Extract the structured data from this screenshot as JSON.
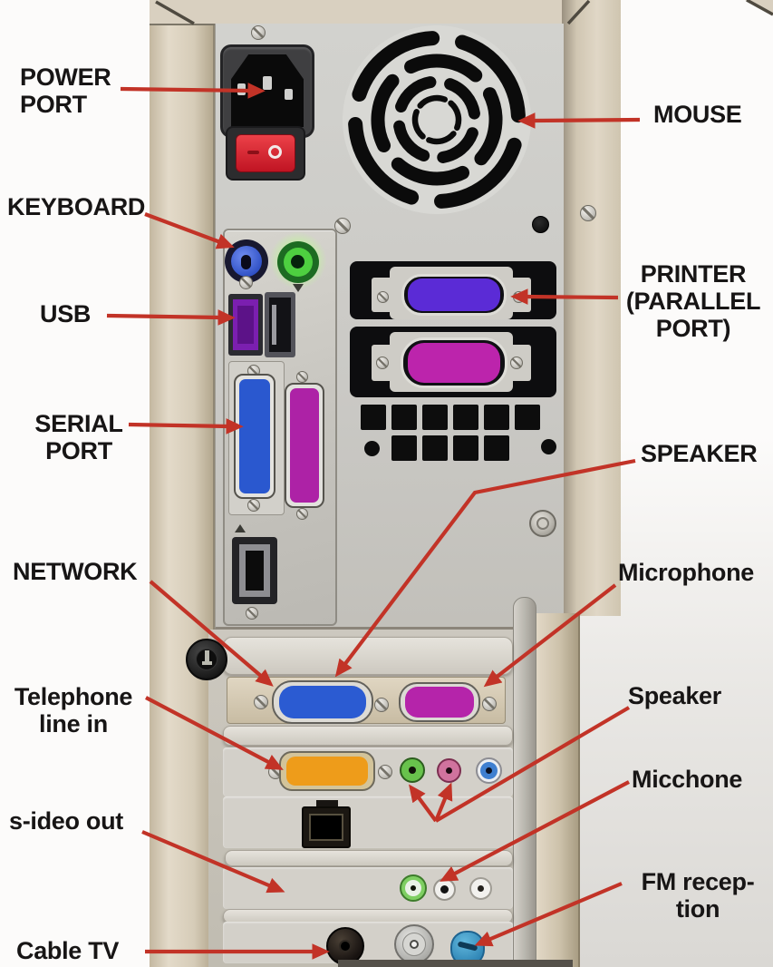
{
  "diagram": {
    "title": "Computer tower rear panel — labeled ports",
    "labels": {
      "power_port": "POWER\nPORT",
      "keyboard": "KEYBOARD",
      "usb": "USB",
      "serial_port": "SERIAL\nPORT",
      "network": "NETWORK",
      "telephone_line_in": "Telephone\nline in",
      "s_video_out": "s-ideo out",
      "cable_tv": "Cable TV",
      "mouse": "MOUSE",
      "printer_parallel": "PRINTER\n(PARALLEL\nPORT)",
      "speaker_upper": "SPEAKER",
      "microphone": "Microphone",
      "speaker_lower": "Speaker",
      "micchone": "Micchone",
      "fm_reception": "FM recep-\ntion"
    },
    "colors": {
      "label_text": "#171515",
      "arrow_red": "#c23327",
      "case_beige": "#d9d0c0",
      "panel_gray": "#cbc9c4",
      "power_switch_red": "#d42530",
      "ps2_keyboard_blue": "#3c5ed8",
      "ps2_mouse_green": "#4ecf40",
      "usb_purple": "#7b1fb0",
      "serial_blue": "#2a58cf",
      "parallel_purple": "#5b2bd6",
      "parallel_magenta": "#bc24ac",
      "db25_blue": "#2b5bd2",
      "db25_magenta": "#b524aa",
      "telephone_orange": "#ee9c1a",
      "jack_green": "#68c24c",
      "jack_pink": "#d0739e",
      "jack_blue": "#3f7fd0",
      "fm_plug_blue": "#3a97c8"
    }
  }
}
